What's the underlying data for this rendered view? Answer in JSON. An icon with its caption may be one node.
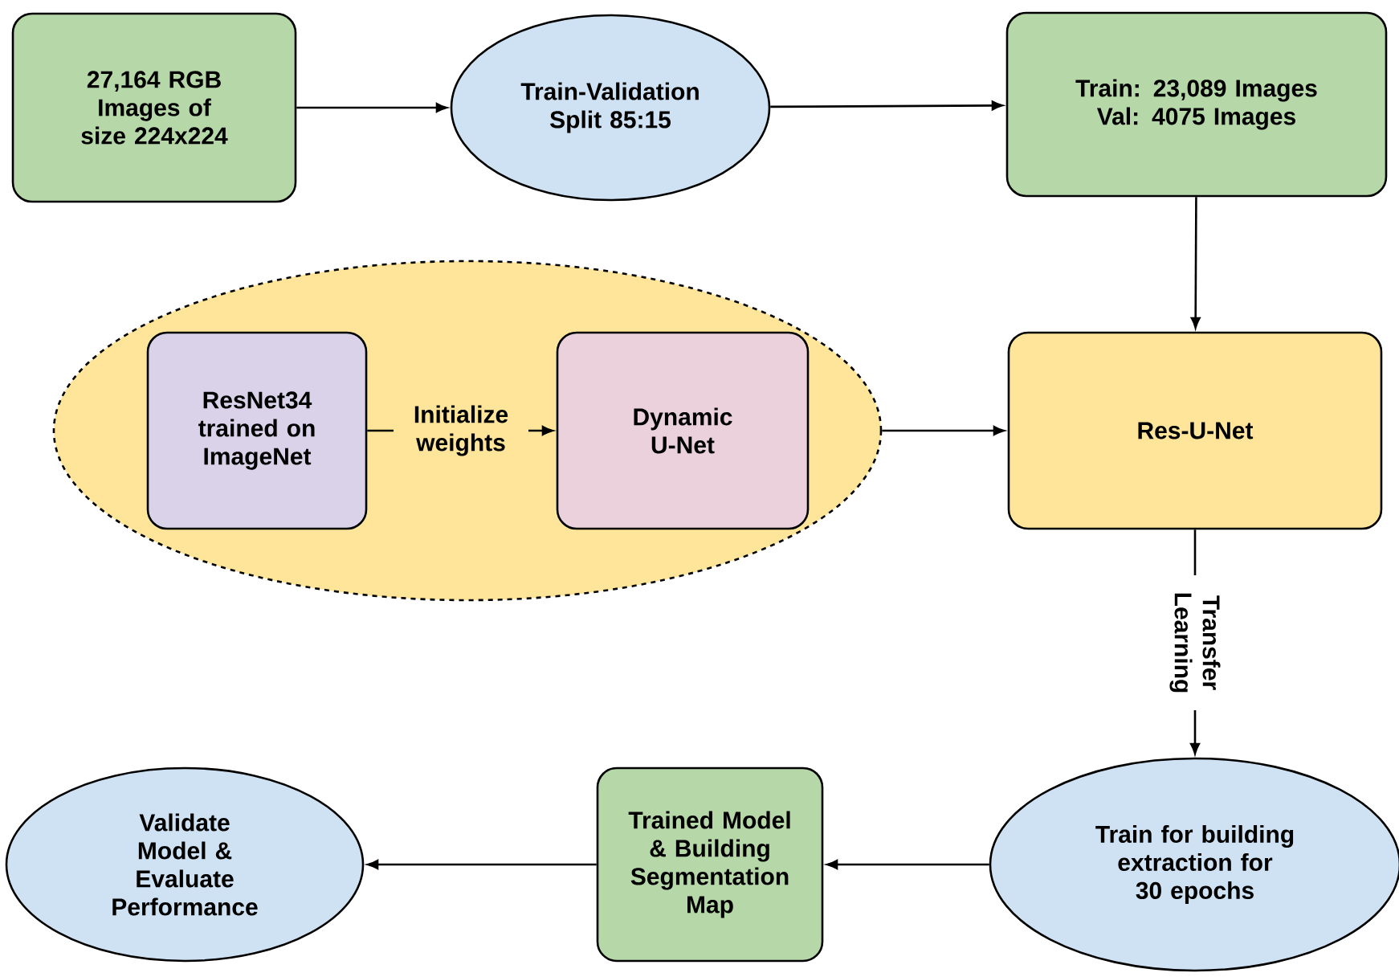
{
  "diagram": {
    "nodes": [
      {
        "text": [
          "27,164 RGB Images of size 224x224"
        ]
      },
      {
        "text": [
          "Train-Validation Split 85:15"
        ]
      },
      {
        "text": [
          "Train: 23,089 Images Val: 4075 Images"
        ]
      },
      {
        "text": [],
        "shape": "ellipse"
      },
      {
        "text": [
          "ResNet34 trained on ImageNet"
        ],
        "in": 3
      },
      {
        "text": [
          "Dynamic U-Net"
        ],
        "in": 3
      },
      {
        "text": [
          "Res-U-Net"
        ]
      },
      {
        "text": [
          "Train for building extraction for 30 epochs"
        ]
      },
      {
        "text": [
          "Trained Model & Building Segmentation Map"
        ]
      },
      {
        "text": [
          "Validate Model & Evaluate Performance"
        ]
      }
    ],
    "edges": [
      {
        "from": 0,
        "to": 1,
        "arrow": "to"
      },
      {
        "from": 1,
        "to": 2,
        "arrow": "to"
      },
      {
        "from": 2,
        "to": 6,
        "arrow": "to"
      },
      {
        "from": 4,
        "to": 5,
        "arrow": "to",
        "label": "Initialize weights"
      },
      {
        "from": 3,
        "to": 6,
        "arrow": "to"
      },
      {
        "from": 6,
        "to": 7,
        "arrow": "to",
        "label": "Transfer Learning"
      },
      {
        "from": 7,
        "to": 8,
        "arrow": "to"
      },
      {
        "from": 8,
        "to": 9,
        "arrow": "to"
      }
    ]
  }
}
